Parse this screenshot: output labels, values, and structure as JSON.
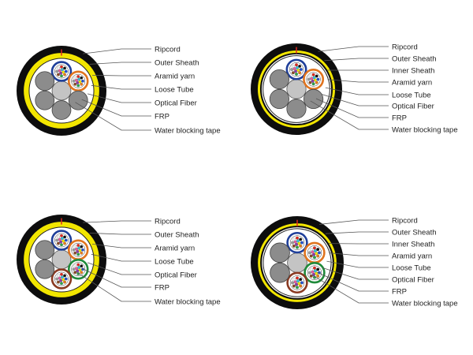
{
  "colors": {
    "sheath": "#0d0d0d",
    "aramid": "#f2e600",
    "ripcord": "#e0281e",
    "filler": "#8c8c8c",
    "frp": "#c4c4c4",
    "leader": "#555555",
    "tube_blue": "#1f3f9a",
    "tube_orange": "#e0741f",
    "tube_green": "#1f8a3a",
    "tube_brown": "#8a3a22",
    "fiber_colors": [
      "#1f4fd0",
      "#e67a1c",
      "#2aa34a",
      "#8a4a22",
      "#9a9a9a",
      "#f4f4f4",
      "#e0281e",
      "#111111",
      "#f2e600",
      "#8a3aa8",
      "#e85aa0",
      "#36c0d8"
    ]
  },
  "diagrams": [
    {
      "name": "cable-single-sheath-2-tubes",
      "inner_sheath": false,
      "elements": [
        "tube_blue",
        "tube_orange",
        "filler",
        "filler",
        "filler",
        "filler"
      ],
      "labels": [
        "Ripcord",
        "Outer Sheath",
        "Aramid yarn",
        "Loose Tube",
        "Optical Fiber",
        "FRP",
        "Water blocking tape"
      ]
    },
    {
      "name": "cable-double-sheath-2-tubes",
      "inner_sheath": true,
      "elements": [
        "tube_blue",
        "tube_orange",
        "filler",
        "filler",
        "filler",
        "filler"
      ],
      "labels": [
        "Ripcord",
        "Outer Sheath",
        "Inner Sheath",
        "Aramid yarn",
        "Loose Tube",
        "Optical Fiber",
        "FRP",
        "Water blocking tape"
      ]
    },
    {
      "name": "cable-single-sheath-4-tubes",
      "inner_sheath": false,
      "elements": [
        "tube_blue",
        "tube_orange",
        "tube_green",
        "tube_brown",
        "filler",
        "filler"
      ],
      "labels": [
        "Ripcord",
        "Outer Sheath",
        "Aramid yarn",
        "Loose Tube",
        "Optical Fiber",
        "FRP",
        "Water blocking tape"
      ]
    },
    {
      "name": "cable-double-sheath-4-tubes",
      "inner_sheath": true,
      "elements": [
        "tube_blue",
        "tube_orange",
        "tube_green",
        "tube_brown",
        "filler",
        "filler"
      ],
      "labels": [
        "Ripcord",
        "Outer Sheath",
        "Inner Sheath",
        "Aramid yarn",
        "Loose Tube",
        "Optical Fiber",
        "FRP",
        "Water blocking tape"
      ]
    }
  ]
}
